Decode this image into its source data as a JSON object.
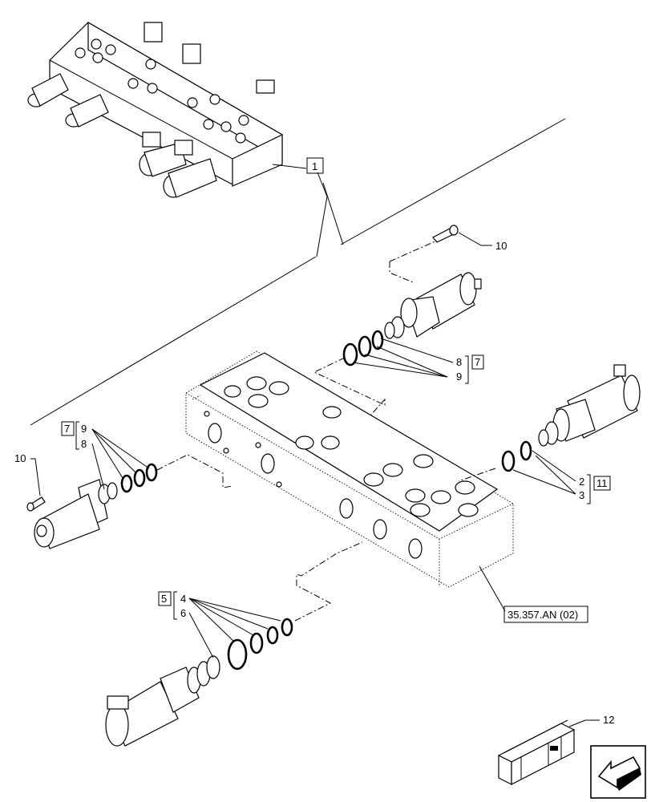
{
  "callouts": {
    "c1": "1",
    "c2": "2",
    "c3": "3",
    "c4": "4",
    "c5": "5",
    "c6": "6",
    "c7_right": "7",
    "c7_left": "7",
    "c8_right": "8",
    "c8_left": "8",
    "c9_right": "9",
    "c9_left": "9",
    "c10_top": "10",
    "c10_left": "10",
    "c11": "11",
    "c12": "12"
  },
  "reference": "35.357.AN (02)",
  "icons": {
    "nav": "arrow-left-icon",
    "kit": "crate-icon"
  }
}
